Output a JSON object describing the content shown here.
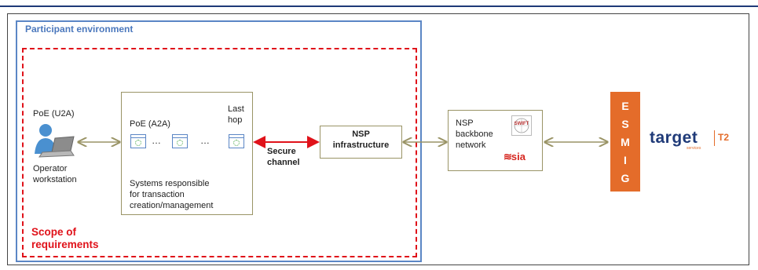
{
  "participant": {
    "title": "Participant environment",
    "scope_label_line1": "Scope of",
    "scope_label_line2": "requirements"
  },
  "operator": {
    "poe_label": "PoE (U2A)",
    "caption_line1": "Operator",
    "caption_line2": "workstation"
  },
  "systems": {
    "poe_label": "PoE (A2A)",
    "ellipsis": "…",
    "last_hop_line1": "Last",
    "last_hop_line2": "hop",
    "caption_line1": "Systems responsible",
    "caption_line2": "for transaction",
    "caption_line3": "creation/management"
  },
  "secure_channel": {
    "line1": "Secure",
    "line2": "channel"
  },
  "nsp": {
    "line1": "NSP",
    "line2": "infrastructure"
  },
  "backbone": {
    "line1": "NSP",
    "line2": "backbone",
    "line3": "network",
    "swift_logo": "SWIFT",
    "sia_logo": "sia"
  },
  "esmig": {
    "letters": [
      "E",
      "S",
      "M",
      "I",
      "G"
    ]
  },
  "target": {
    "logo": "target",
    "sub": "services",
    "suffix": "T2"
  },
  "colors": {
    "participant_border": "#5b86c5",
    "scope_border": "#e0121a",
    "arrow": "#9a9466",
    "secure_arrow": "#e0121a",
    "esmig": "#e46c2a",
    "target_blue": "#1f3a78"
  },
  "icons": [
    "user-workstation-icon",
    "app-window-gear-icon",
    "swift-logo-icon",
    "sia-logo-icon"
  ]
}
